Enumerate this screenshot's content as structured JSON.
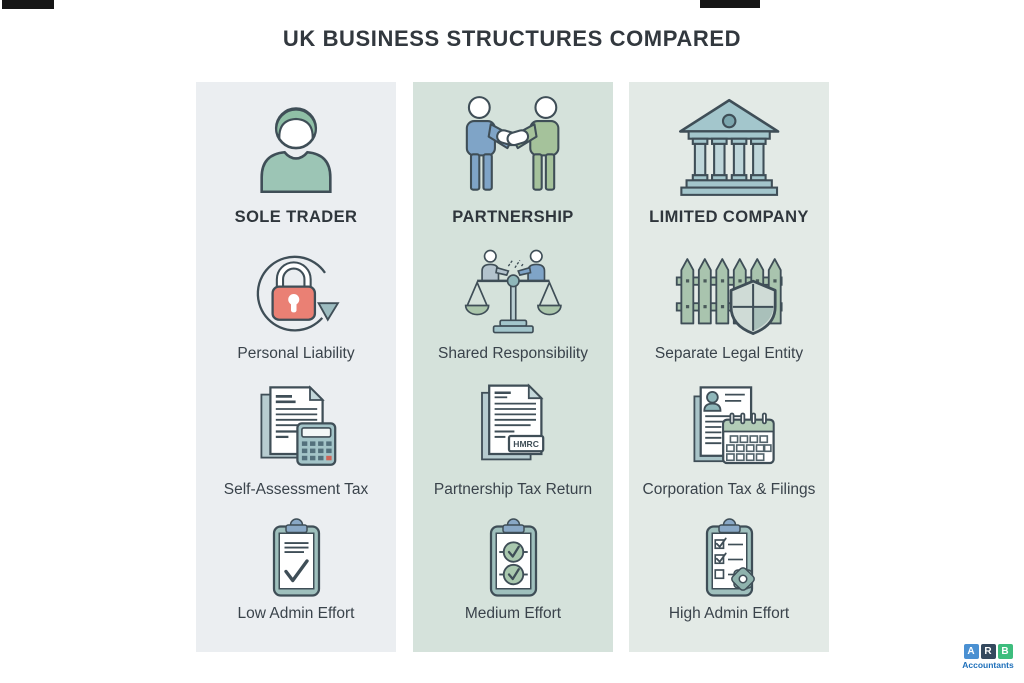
{
  "title": "UK BUSINESS STRUCTURES COMPARED",
  "columns": [
    {
      "header": {
        "label": "SOLE TRADER",
        "icon": "person-icon"
      },
      "bg": "#ebeef1",
      "rows": [
        {
          "icon": "lock-cycle-icon",
          "label": "Personal Liability"
        },
        {
          "icon": "document-calculator-icon",
          "label": "Self-Assessment Tax"
        },
        {
          "icon": "clipboard-checkmark-icon",
          "label": "Low Admin Effort"
        }
      ]
    },
    {
      "header": {
        "label": "PARTNERSHIP",
        "icon": "handshake-icon"
      },
      "bg": "#d5e2db",
      "rows": [
        {
          "icon": "balance-scales-icon",
          "label": "Shared Responsibility"
        },
        {
          "icon": "hmrc-document-icon",
          "label": "Partnership Tax Return",
          "badge": "HMRC"
        },
        {
          "icon": "clipboard-two-checks-icon",
          "label": "Medium Effort"
        }
      ]
    },
    {
      "header": {
        "label": "LIMITED COMPANY",
        "icon": "bank-building-icon"
      },
      "bg": "#e3eae6",
      "rows": [
        {
          "icon": "fence-shield-icon",
          "label": "Separate Legal Entity"
        },
        {
          "icon": "document-calendar-icon",
          "label": "Corporation Tax & Filings"
        },
        {
          "icon": "clipboard-checklist-gear-icon",
          "label": "High Admin Effort"
        }
      ]
    }
  ],
  "logo": {
    "letters": [
      {
        "char": "A",
        "color": "#4a90d2"
      },
      {
        "char": "R",
        "color": "#34495e"
      },
      {
        "char": "B",
        "color": "#3dbd7d"
      }
    ],
    "caption": "Accountants",
    "caption_color": "#1d6fba"
  },
  "colors": {
    "column_backgrounds": [
      "#ebeef1",
      "#d5e2db",
      "#e3eae6"
    ],
    "outline": "#3f4e57",
    "accent_red": "#ea8074",
    "accent_teal": "#9cc5b5",
    "accent_blue": "#7fa4c7",
    "accent_green": "#a5c29b",
    "title_text": "#32383e"
  }
}
